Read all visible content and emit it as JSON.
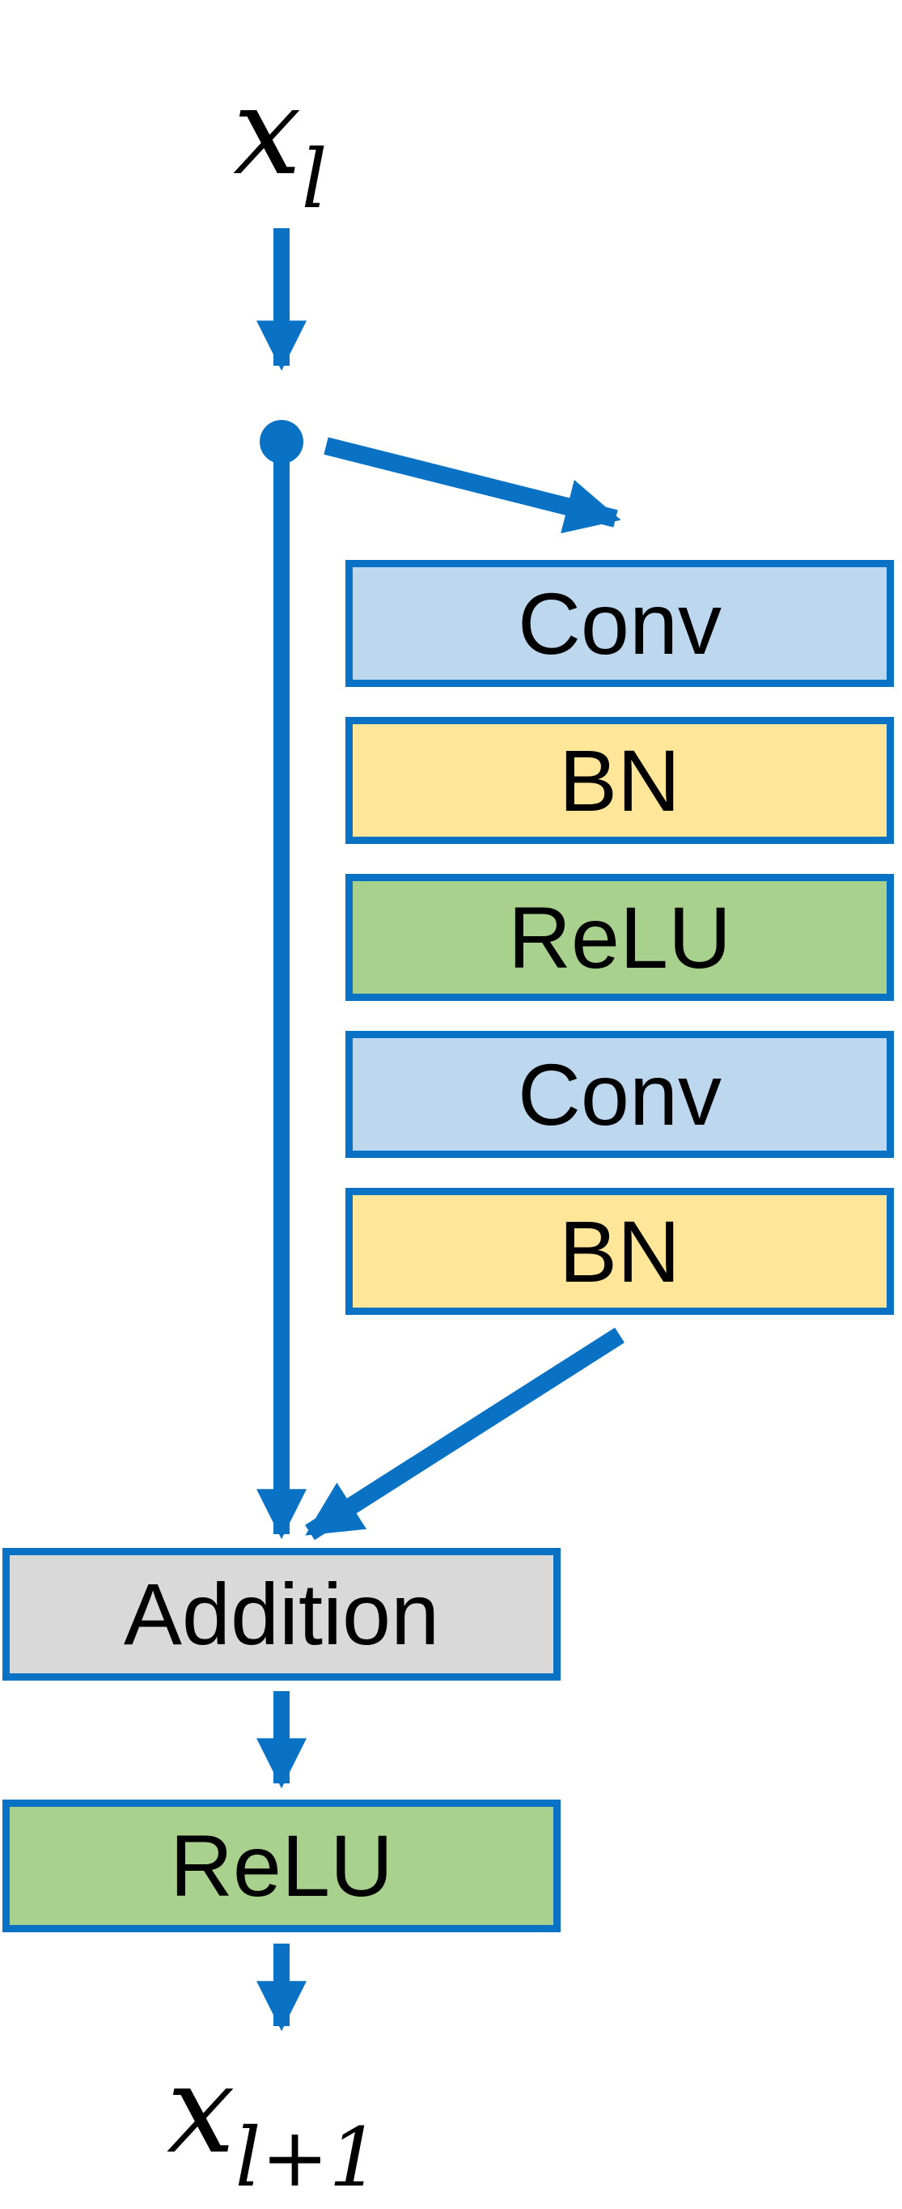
{
  "figure": {
    "input_label": {
      "base": "x",
      "sub": "l"
    },
    "output_label": {
      "base": "x",
      "sub": "l+1"
    },
    "residual_branch_layers": [
      {
        "label": "Conv",
        "kind": "conv"
      },
      {
        "label": "BN",
        "kind": "bn"
      },
      {
        "label": "ReLU",
        "kind": "relu"
      },
      {
        "label": "Conv",
        "kind": "conv"
      },
      {
        "label": "BN",
        "kind": "bn"
      }
    ],
    "merge_node_label": "Addition",
    "output_activation_label": "ReLU"
  },
  "colors": {
    "line": "#0a72c4",
    "conv_fill": "#bdd7ee",
    "bn_fill": "#ffe699",
    "relu_fill": "#a9d18e",
    "addition_fill": "#d9d9d9",
    "label_text": "#000000",
    "background": "#ffffff"
  }
}
